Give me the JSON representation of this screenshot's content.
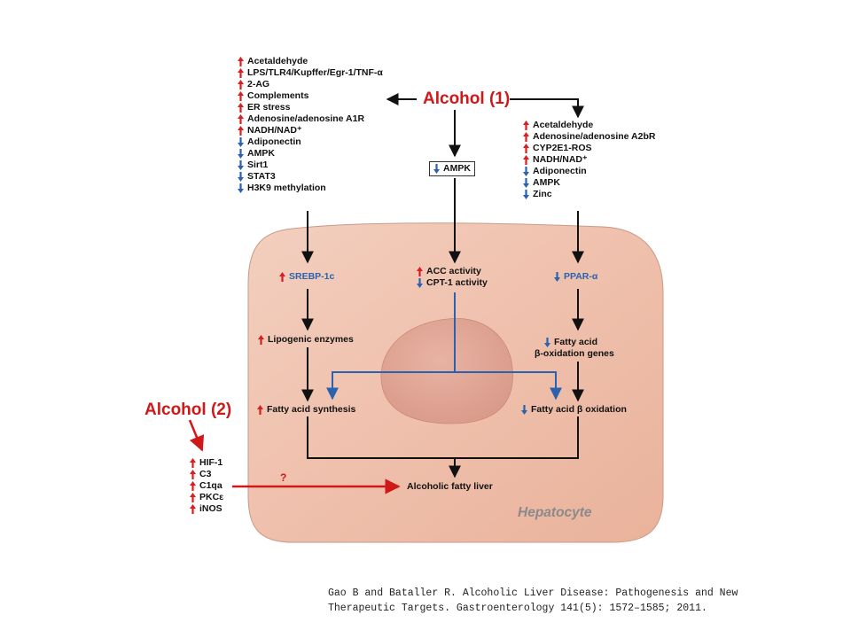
{
  "alcohol1": "Alcohol (1)",
  "alcohol2": "Alcohol (2)",
  "left_list": [
    {
      "dir": "up",
      "text": "Acetaldehyde"
    },
    {
      "dir": "up",
      "text": "LPS/TLR4/Kupffer/Egr-1/TNF-α"
    },
    {
      "dir": "up",
      "text": "2-AG"
    },
    {
      "dir": "up",
      "text": "Complements"
    },
    {
      "dir": "up",
      "text": "ER stress"
    },
    {
      "dir": "up",
      "text": "Adenosine/adenosine A1R"
    },
    {
      "dir": "up",
      "text": "NADH/NAD⁺"
    },
    {
      "dir": "down",
      "text": "Adiponectin"
    },
    {
      "dir": "down",
      "text": "AMPK"
    },
    {
      "dir": "down",
      "text": "Sirt1"
    },
    {
      "dir": "down",
      "text": "STAT3"
    },
    {
      "dir": "down",
      "text": "H3K9 methylation"
    }
  ],
  "right_list": [
    {
      "dir": "up",
      "text": "Acetaldehyde"
    },
    {
      "dir": "up",
      "text": "Adenosine/adenosine A2bR"
    },
    {
      "dir": "up",
      "text": "CYP2E1-ROS"
    },
    {
      "dir": "up",
      "text": "NADH/NAD⁺"
    },
    {
      "dir": "down",
      "text": "Adiponectin"
    },
    {
      "dir": "down",
      "text": "AMPK"
    },
    {
      "dir": "down",
      "text": "Zinc"
    }
  ],
  "ampk_box": {
    "dir": "down",
    "text": "AMPK"
  },
  "srebp": {
    "dir": "up",
    "text": "SREBP-1c"
  },
  "acc": {
    "dir": "up",
    "text": "ACC activity"
  },
  "cpt": {
    "dir": "down",
    "text": "CPT-1 activity"
  },
  "ppar": {
    "dir": "down",
    "text": "PPAR-α"
  },
  "lipogenic": {
    "dir": "up",
    "text": "Lipogenic enzymes"
  },
  "fa_ox_genes": {
    "dir": "down",
    "line1": "Fatty acid",
    "line2": "β-oxidation genes"
  },
  "fa_synthesis": {
    "dir": "up",
    "text": "Fatty acid synthesis"
  },
  "fa_oxidation": {
    "dir": "down",
    "text": "Fatty acid β oxidation"
  },
  "fatty_liver": "Alcoholic fatty liver",
  "question": "?",
  "alcohol2_list": [
    {
      "dir": "up",
      "text": "HIF-1"
    },
    {
      "dir": "up",
      "text": "C3"
    },
    {
      "dir": "up",
      "text": "C1qa"
    },
    {
      "dir": "up",
      "text": "PKCε"
    },
    {
      "dir": "up",
      "text": "iNOS"
    }
  ],
  "hepatocyte": "Hepatocyte",
  "citation_line1": "Gao B and Bataller R. Alcoholic Liver Disease: Pathogenesis and New",
  "citation_line2": "Therapeutic Targets. Gastroenterology 141(5): 1572–1585; 2011.",
  "colors": {
    "up_arrow": "#d42020",
    "down_arrow": "#2a62b0",
    "cell": "#efc1ad",
    "nucleus": "#e0a595",
    "blue_line": "#2a62b0",
    "red_line": "#d01818"
  }
}
